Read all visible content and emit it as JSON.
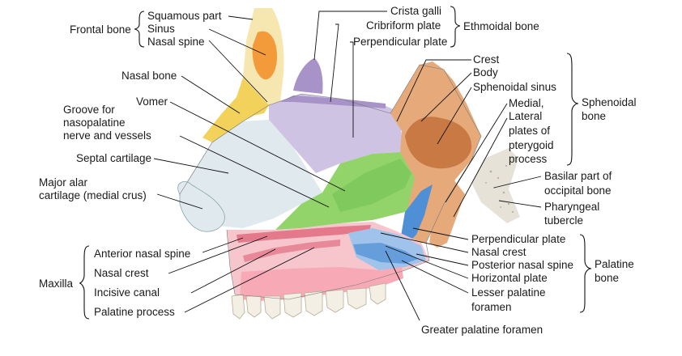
{
  "colors": {
    "frontal": "#f6e6b0",
    "frontal_sinus": "#f39a3a",
    "ethmoid": "#cfc3e3",
    "ethmoid_dark": "#a793c8",
    "vomer": "#92d46a",
    "vomer_dark": "#5fb446",
    "cartilage": "#dfe9ee",
    "nasal_bone": "#f2d25a",
    "sphenoid": "#e6a97a",
    "sphenoid_sinus": "#c97a44",
    "occipital": "#e7e2d8",
    "palatine": "#4f8fd6",
    "palatine_light": "#9fc3ea",
    "maxilla": "#f6c6cc",
    "maxilla_dark": "#e3798b",
    "gum": "#f7a9b6",
    "teeth": "#f4efe4"
  },
  "labels": {
    "frontal_bone": "Frontal bone",
    "squamous_part": "Squamous part",
    "sinus": "Sinus",
    "nasal_spine": "Nasal spine",
    "crista_galli": "Crista galli",
    "cribriform_plate": "Cribriform plate",
    "perpendicular_plate_eth": "Perpendicular plate",
    "ethmoidal_bone": "Ethmoidal bone",
    "nasal_bone": "Nasal bone",
    "vomer": "Vomer",
    "groove_l1": "Groove for",
    "groove_l2": "nasopalatine",
    "groove_l3": "nerve and vessels",
    "septal_cartilage": "Septal cartilage",
    "major_alar_l1": "Major alar",
    "major_alar_l2": "cartilage (medial crus)",
    "crest": "Crest",
    "body": "Body",
    "sphenoidal_sinus": "Sphenoidal sinus",
    "medial_l1": "Medial,",
    "medial_l2": "Lateral",
    "medial_l3": "plates of",
    "medial_l4": "pterygoid",
    "medial_l5": "process",
    "sphenoidal_bone_l1": "Sphenoidal",
    "sphenoidal_bone_l2": "bone",
    "basilar_l1": "Basilar part of",
    "basilar_l2": "occipital bone",
    "pharyngeal_l1": "Pharyngeal",
    "pharyngeal_l2": "tubercle",
    "anterior_nasal_spine": "Anterior nasal spine",
    "nasal_crest_max": "Nasal crest",
    "incisive_canal": "Incisive canal",
    "palatine_process": "Palatine process",
    "maxilla": "Maxilla",
    "perpendicular_plate_pal": "Perpendicular plate",
    "nasal_crest_pal": "Nasal crest",
    "posterior_nasal_spine": "Posterior nasal spine",
    "horizontal_plate": "Horizontal plate",
    "lesser_palatine_l1": "Lesser palatine",
    "lesser_palatine_l2": "foramen",
    "palatine_bone_l1": "Palatine",
    "palatine_bone_l2": "bone",
    "greater_palatine_foramen": "Greater palatine foramen"
  }
}
